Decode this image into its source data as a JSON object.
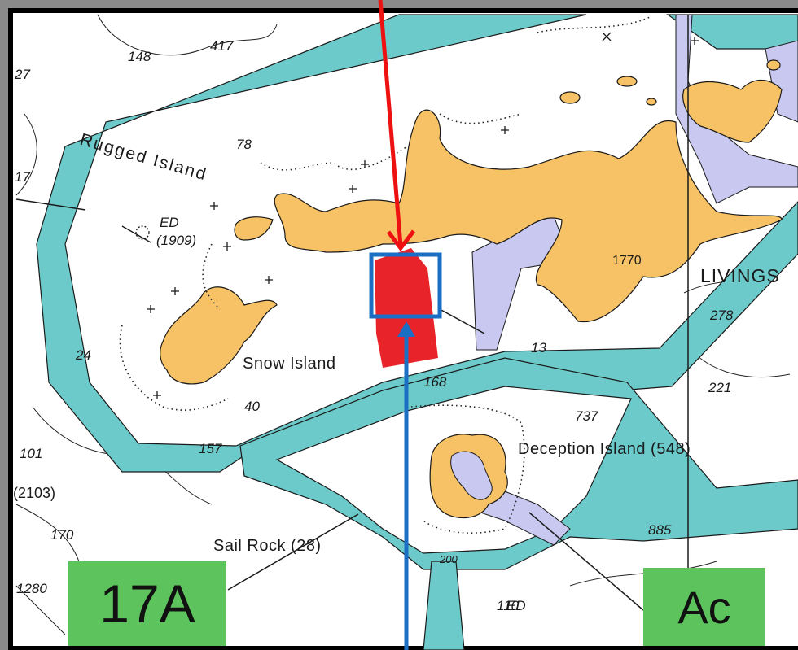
{
  "colors": {
    "land": "#f6c265",
    "channel": "#6ccaca",
    "ice": "#c8c8f0",
    "highlight": "#e8242a",
    "arrow_red": "#ee1111",
    "arrow_blue": "#1a6fc4",
    "label_box": "#5dc35d",
    "frame": "#8a8a8a"
  },
  "places": {
    "rugged": "Rugged Island",
    "snow": "Snow Island",
    "deception": "Deception Island (548)",
    "sail": "Sail Rock (28)",
    "livingston": "LIVINGS",
    "ed": "ED",
    "ed_year": "(1909)",
    "ed2": "ED"
  },
  "soundings": {
    "s148": "148",
    "s417": "417",
    "s27": "27",
    "s78": "78",
    "s17": "17",
    "s1770": "1770",
    "s278": "278",
    "s24": "24",
    "s13": "13",
    "s168": "168",
    "s221": "221",
    "s40": "40",
    "s737": "737",
    "s157": "157",
    "s101": "101",
    "s2103": "(2103)",
    "s170": "170",
    "s885": "885",
    "s200": "200",
    "s1280": "1280",
    "s110": "110"
  },
  "boxes": {
    "left": "17A",
    "right": "Ac"
  }
}
